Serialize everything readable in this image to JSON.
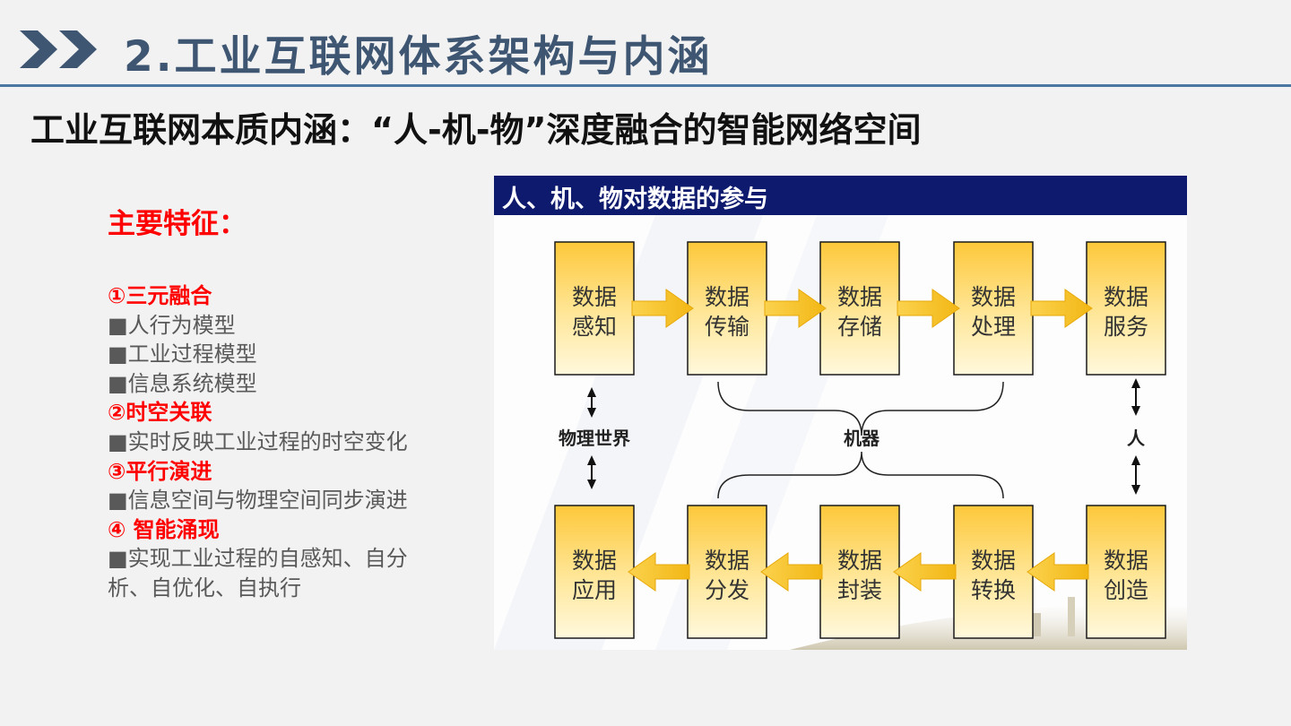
{
  "header": {
    "title": "2.工业互联网体系架构与内涵",
    "subtitle": "工业互联网本质内涵：“人-机-物”深度融合的智能网络空间"
  },
  "features": {
    "title": "主要特征：",
    "groups": [
      {
        "heading": "①三元融合",
        "items": [
          "■人行为模型",
          "■工业过程模型",
          "■信息系统模型"
        ]
      },
      {
        "heading": "②时空关联",
        "items": [
          "■实时反映工业过程的时空变化"
        ]
      },
      {
        "heading": "③平行演进",
        "items": [
          "■信息空间与物理空间同步演进"
        ]
      },
      {
        "heading": "④ 智能涌现",
        "items": [
          "■实现工业过程的自感知、自分",
          "析、自优化、自执行"
        ]
      }
    ]
  },
  "diagram": {
    "title": "人、机、物对数据的参与",
    "top_row": [
      [
        "数据",
        "感知"
      ],
      [
        "数据",
        "传输"
      ],
      [
        "数据",
        "存储"
      ],
      [
        "数据",
        "处理"
      ],
      [
        "数据",
        "服务"
      ]
    ],
    "bottom_row": [
      [
        "数据",
        "应用"
      ],
      [
        "数据",
        "分发"
      ],
      [
        "数据",
        "封装"
      ],
      [
        "数据",
        "转换"
      ],
      [
        "数据",
        "创造"
      ]
    ],
    "labels": {
      "left": "物理世界",
      "middle": "机器",
      "right": "人"
    },
    "colors": {
      "header": "#0e1a6e",
      "box_top": "#fdc83a",
      "box_bottom": "#fff8dc",
      "arrow": "#f9c52a"
    }
  }
}
